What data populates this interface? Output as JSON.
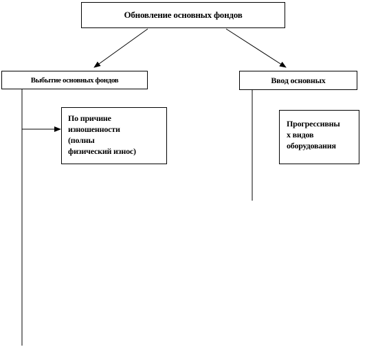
{
  "root": {
    "label": "Обновление основных фондов"
  },
  "left_branch": {
    "label": "Выбытие основных фондов"
  },
  "right_branch": {
    "label": "Ввод основных"
  },
  "left_child": {
    "lines": [
      "По причине",
      "изношенности",
      "(полны",
      "физический износ)"
    ]
  },
  "right_child": {
    "lines": [
      "Прогрессивны",
      "х видов",
      "оборудования"
    ]
  }
}
